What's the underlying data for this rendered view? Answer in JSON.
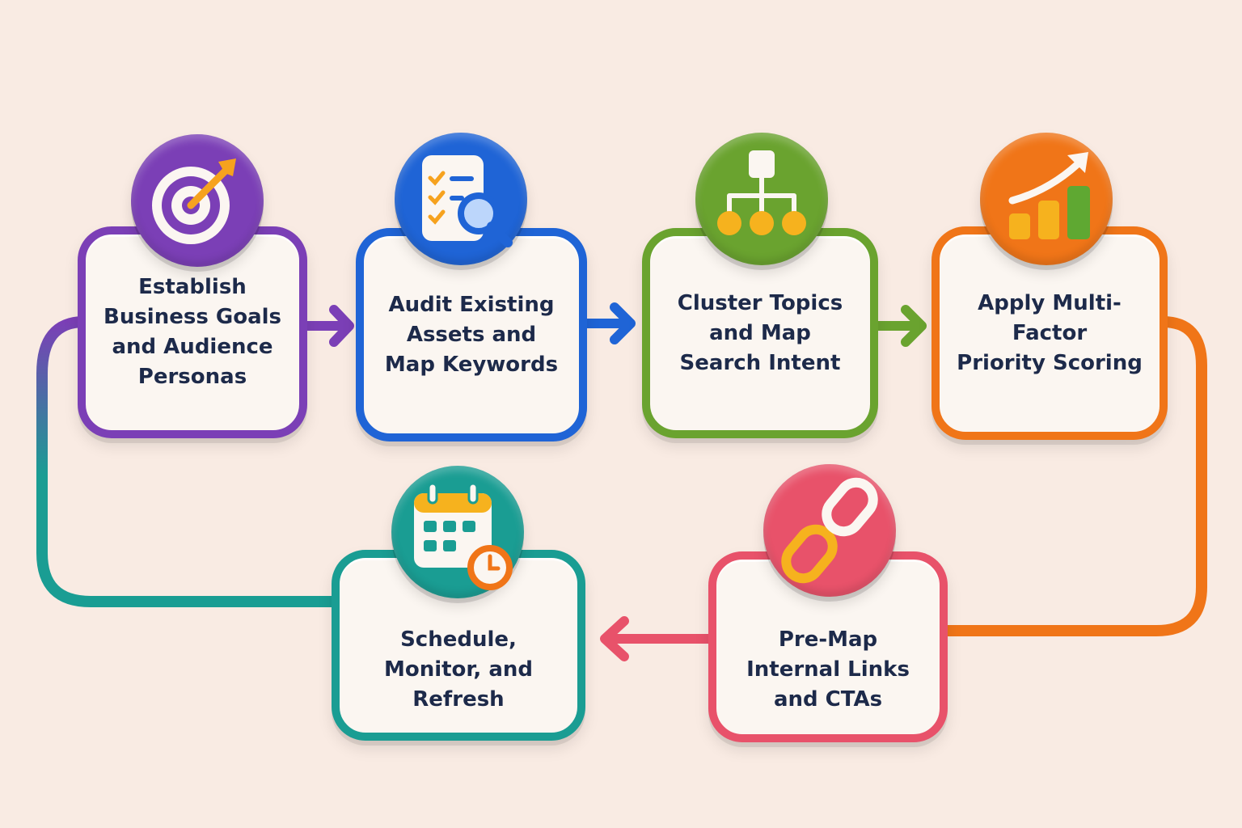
{
  "colors": {
    "background": "#f9ebe3",
    "card_fill": "#fbf6f1",
    "text": "#1d2a4a",
    "purple": "#7b3fb6",
    "blue": "#1f64d6",
    "green": "#6aa32f",
    "orange": "#f07518",
    "red": "#e8526a",
    "teal": "#1a9d93"
  },
  "steps": [
    {
      "label": "Establish\nBusiness Goals\nand Audience\nPersonas",
      "icon": "target-icon",
      "color": "#7b3fb6"
    },
    {
      "label": "Audit Existing\nAssets and\nMap Keywords",
      "icon": "checklist-search-icon",
      "color": "#1f64d6"
    },
    {
      "label": "Cluster Topics\nand Map\nSearch Intent",
      "icon": "hierarchy-icon",
      "color": "#6aa32f"
    },
    {
      "label": "Apply Multi-Factor\nPriority Scoring",
      "icon": "growth-chart-icon",
      "color": "#f07518"
    },
    {
      "label": "Pre-Map\nInternal Links\nand CTAs",
      "icon": "link-icon",
      "color": "#e8526a"
    },
    {
      "label": "Schedule,\nMonitor, and\nRefresh",
      "icon": "calendar-clock-icon",
      "color": "#1a9d93"
    }
  ]
}
